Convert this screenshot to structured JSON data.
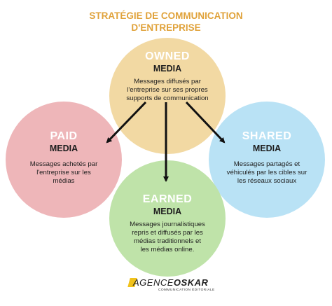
{
  "title": {
    "line1": "STRATÉGIE DE COMMUNICATION",
    "line2": "D'ENTREPRISE"
  },
  "circles": {
    "owned": {
      "heading": "OWNED",
      "subheading": "MEDIA",
      "lines": [
        "Messages diffusés par",
        "l'entreprise sur ses propres",
        "supports de communication"
      ],
      "color": "#f2d9a3"
    },
    "paid": {
      "heading": "PAID",
      "subheading": "MEDIA",
      "lines": [
        "Messages achetés par",
        "l'entreprise sur les",
        "médias"
      ],
      "color": "#eeb6b9"
    },
    "shared": {
      "heading": "SHARED",
      "subheading": "MEDIA",
      "lines": [
        "Messages partagés et",
        "véhiculés par les cibles sur",
        "les réseaux sociaux"
      ],
      "color": "#b9e2f5"
    },
    "earned": {
      "heading": "EARNED",
      "subheading": "MEDIA",
      "lines": [
        "Messages journalistiques",
        "repris et diffusés par les",
        "médias traditionnels et",
        "les médias online."
      ],
      "color": "#bfe3a9"
    }
  },
  "logo": {
    "name_part1": "AGENCE",
    "name_part2": "OSKAR",
    "tagline": "COMMUNICATION ÉDITORIALE"
  },
  "colors": {
    "title": "#e0a23a",
    "arrow": "#111111",
    "heading_text": "#ffffff"
  }
}
